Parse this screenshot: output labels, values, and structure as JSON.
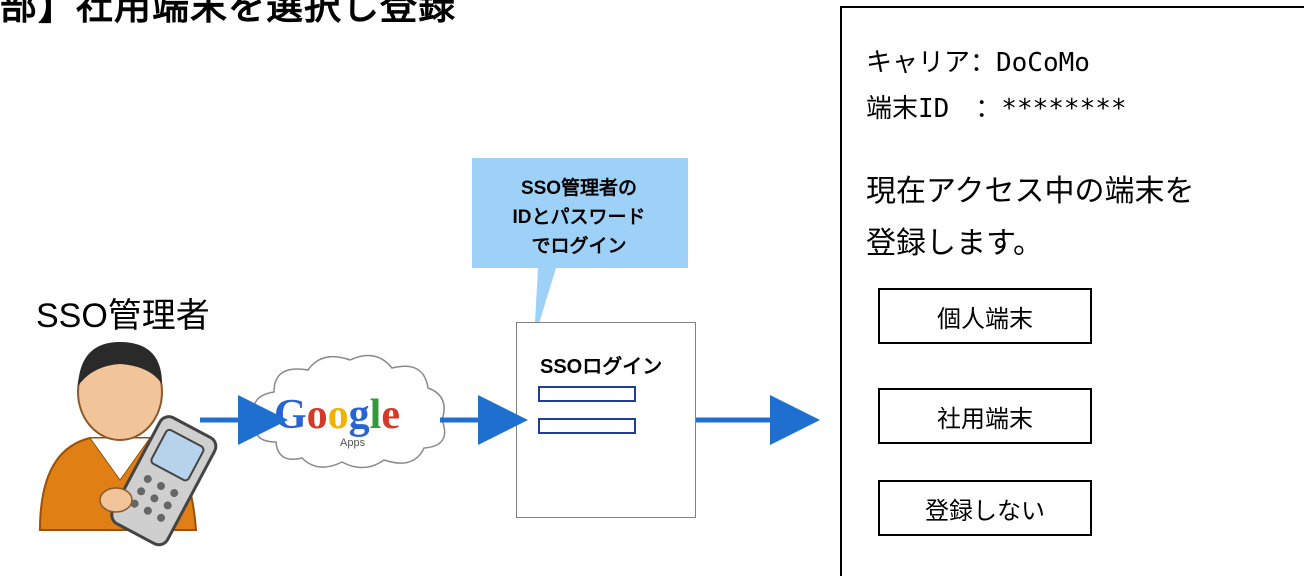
{
  "title": "部】社用端末を選択し登録",
  "actor": {
    "label": "SSO管理者"
  },
  "service": {
    "logo_text": "Google",
    "logo_sub": "Apps"
  },
  "callout": {
    "lines": [
      "SSO管理者の",
      "IDとパスワード",
      "でログイン"
    ]
  },
  "login": {
    "title": "SSOログイン"
  },
  "screen": {
    "carrier": "キャリア：DoCoMo",
    "device_id": "端末ID　：********",
    "message_line1": "現在アクセス中の端末を",
    "message_line2": "登録します。",
    "choices": [
      "個人端末",
      "社用端末",
      "登録しない"
    ]
  },
  "colors": {
    "arrow": "#1f6fd1",
    "callout": "#9dd1f7",
    "field_border": "#1f3e9b"
  }
}
